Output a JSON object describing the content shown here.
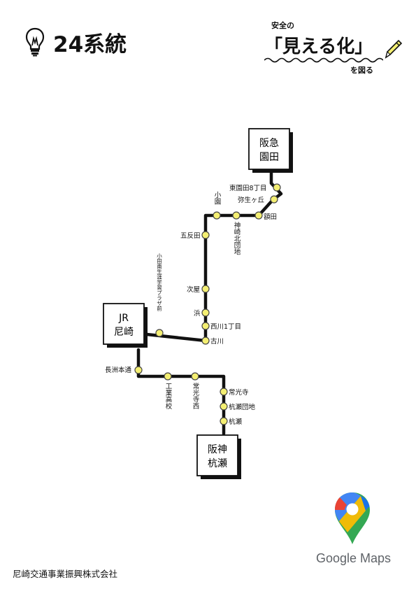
{
  "header": {
    "route_title": "24系統",
    "slogan_top": "安全の",
    "slogan_main": "「見える化」",
    "slogan_bottom": "を図る"
  },
  "terminals": [
    {
      "id": "hankyu",
      "line1": "阪急",
      "line2": "園田"
    },
    {
      "id": "jr",
      "line1": "JR",
      "line2": "尼崎"
    },
    {
      "id": "hanshin",
      "line1": "阪神",
      "line2": "杭瀬"
    }
  ],
  "stops": [
    {
      "name": "東園田8丁目"
    },
    {
      "name": "弥生ヶ丘"
    },
    {
      "name": "額田"
    },
    {
      "name": "神崎北団地"
    },
    {
      "name": "小園"
    },
    {
      "name": "五反田"
    },
    {
      "name": "次屋"
    },
    {
      "name": "浜"
    },
    {
      "name": "西川1丁目"
    },
    {
      "name": "古川"
    },
    {
      "name": "小田南生涯学習プラザ前"
    },
    {
      "name": "長洲本通"
    },
    {
      "name": "工業高校"
    },
    {
      "name": "常光寺西"
    },
    {
      "name": "常光寺"
    },
    {
      "name": "杭瀬団地"
    },
    {
      "name": "杭瀬"
    }
  ],
  "footer": {
    "company": "尼崎交通事業振興株式会社",
    "maps_label": "Google Maps"
  },
  "colors": {
    "route_line": "#111111",
    "stop_fill": "#f4ef72",
    "stop_stroke": "#444444"
  }
}
